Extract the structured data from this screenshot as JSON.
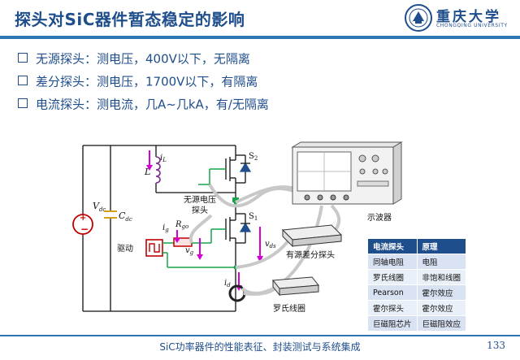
{
  "slide": {
    "title": "探头对SiC器件暂态稳定的影响",
    "logo_text": "重庆大学",
    "logo_sub": "CHONGQING UNIVERSITY",
    "footer": "SiC功率器件的性能表征、封装测试与系统集成",
    "page_number": "133"
  },
  "bullets": [
    "无源探头：测电压，400V以下，无隔离",
    "差分探头：测电压，1700V以下，有隔离",
    "电流探头：测电流，几A~几kA，有/无隔离"
  ],
  "diagram": {
    "vdc": "V",
    "vdc_sub": "dc",
    "cdc": "C",
    "cdc_sub": "dc",
    "il": "i",
    "il_sub": "L",
    "l": "L",
    "s2": "S",
    "s2_sub": "2",
    "s1": "S",
    "s1_sub": "1",
    "ig": "i",
    "ig_sub": "g",
    "rgo": "R",
    "rgo_sub": "go",
    "vg": "v",
    "vg_sub": "g",
    "vds": "v",
    "vds_sub": "ds",
    "id": "i",
    "id_sub": "d",
    "driver_label": "驱动",
    "passive_probe_line1": "无源电压",
    "passive_probe_line2": "探头",
    "diff_probe_label": "有源差分探头",
    "rogowski_label": "罗氏线圈",
    "scope_label": "示波器"
  },
  "table": {
    "headers": [
      "电流探头",
      "原理"
    ],
    "rows": [
      [
        "同轴电阻",
        "电阻"
      ],
      [
        "罗氏线圈",
        "非饱和线圈"
      ],
      [
        "Pearson",
        "霍尔效应"
      ],
      [
        "霍尔探头",
        "霍尔效应"
      ],
      [
        "巨磁阻芯片",
        "巨磁阻效应"
      ]
    ]
  }
}
